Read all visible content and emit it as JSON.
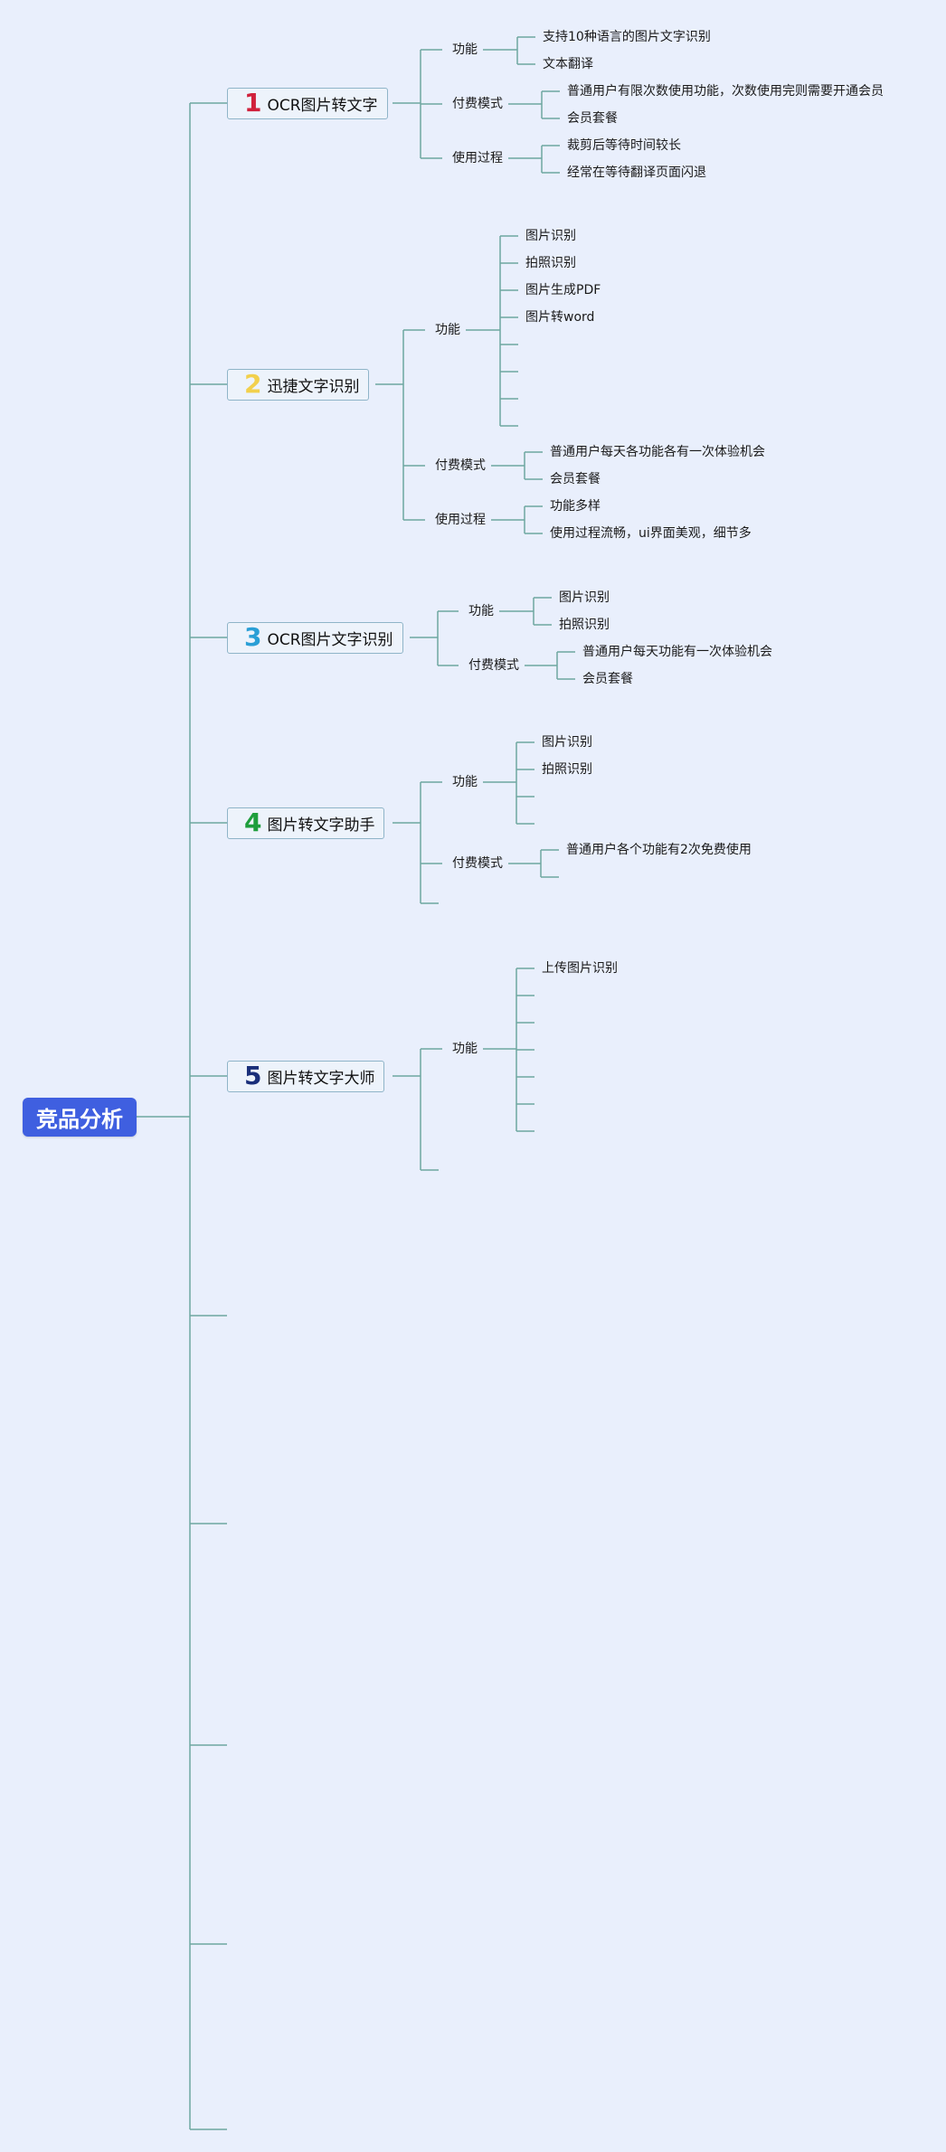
{
  "root": {
    "label": "竞品分析"
  },
  "colors": {
    "line": "#6ea7a0",
    "root_bg": "#3f5fe0",
    "node_border": "#8fb4c8"
  },
  "products": [
    {
      "number": "1",
      "number_color": "#d0213c",
      "name": "OCR图片转文字",
      "categories": [
        {
          "label": "功能",
          "items": [
            "支持10种语言的图片文字识别",
            "文本翻译"
          ]
        },
        {
          "label": "付费模式",
          "items": [
            "普通用户有限次数使用功能，次数使用完则需要开通会员",
            "会员套餐"
          ]
        },
        {
          "label": "使用过程",
          "items": [
            "裁剪后等待时间较长",
            "经常在等待翻译页面闪退"
          ]
        }
      ]
    },
    {
      "number": "2",
      "number_color": "#f2d04c",
      "name": "迅捷文字识别",
      "categories": [
        {
          "label": "功能",
          "items": [
            "图片识别",
            "拍照识别",
            "图片生成PDF",
            "图片转word",
            "",
            "",
            "",
            ""
          ]
        },
        {
          "label": "付费模式",
          "items": [
            "普通用户每天各功能各有一次体验机会",
            "会员套餐"
          ]
        },
        {
          "label": "使用过程",
          "items": [
            "功能多样",
            "使用过程流畅，ui界面美观，细节多"
          ]
        }
      ]
    },
    {
      "number": "3",
      "number_color": "#2a9fd6",
      "name": "OCR图片文字识别",
      "categories": [
        {
          "label": "功能",
          "items": [
            "图片识别",
            "拍照识别"
          ]
        },
        {
          "label": "付费模式",
          "items": [
            "普通用户每天功能有一次体验机会",
            "会员套餐"
          ]
        }
      ]
    },
    {
      "number": "4",
      "number_color": "#1e9e3c",
      "name": "图片转文字助手",
      "categories": [
        {
          "label": "功能",
          "items": [
            "图片识别",
            "拍照识别",
            "",
            ""
          ]
        },
        {
          "label": "付费模式",
          "items": [
            "普通用户各个功能有2次免费使用",
            ""
          ]
        },
        {
          "label": "",
          "items": []
        }
      ]
    },
    {
      "number": "5",
      "number_color": "#1a2f7a",
      "name": "图片转文字大师",
      "categories": [
        {
          "label": "功能",
          "items": [
            "上传图片识别",
            "",
            "",
            "",
            "",
            "",
            ""
          ]
        },
        {
          "label": "",
          "items": []
        }
      ]
    },
    {
      "number": "",
      "name": "",
      "categories": []
    },
    {
      "number": "",
      "name": "",
      "categories": []
    },
    {
      "number": "",
      "name": "",
      "categories": []
    },
    {
      "number": "",
      "name": "",
      "categories": []
    },
    {
      "number": "",
      "name": "",
      "categories": []
    }
  ]
}
